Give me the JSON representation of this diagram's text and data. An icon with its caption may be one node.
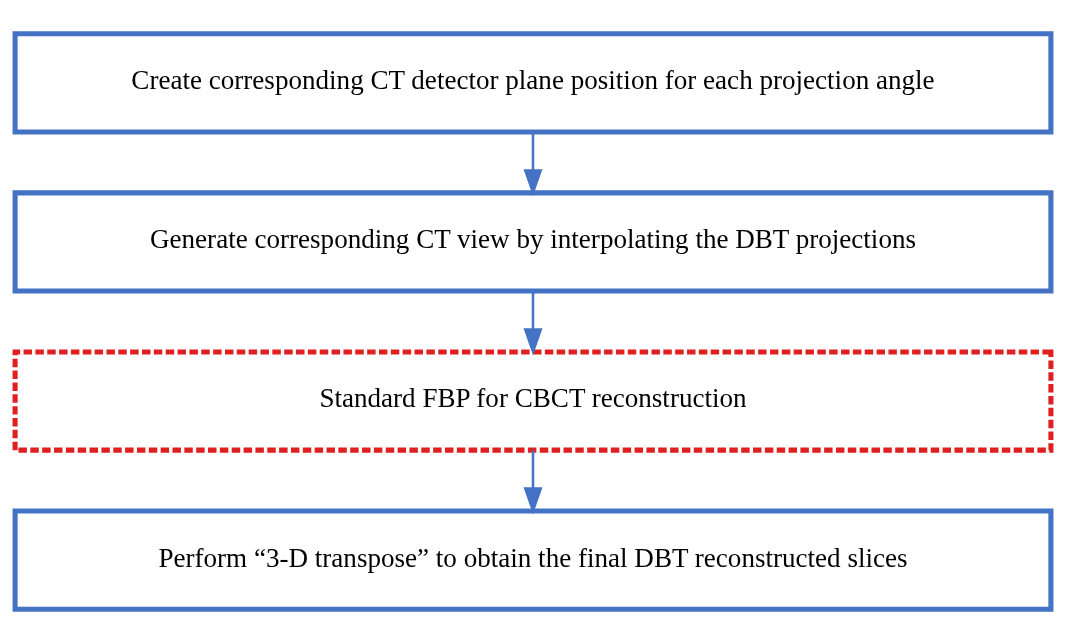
{
  "diagram": {
    "nodes": [
      {
        "text": [
          "Create corresponding CT detector plane position for each projection angle"
        ]
      },
      {
        "text": [
          "Generate corresponding CT view by interpolating the DBT projections"
        ]
      },
      {
        "text": [
          "Standard FBP for CBCT reconstruction"
        ]
      },
      {
        "text": [
          "Perform “3-D transpose” to obtain the final DBT reconstructed slices"
        ]
      }
    ],
    "edges": [
      {
        "from": 0,
        "to": 1,
        "arrow": "to"
      },
      {
        "from": 1,
        "to": 2,
        "arrow": "to"
      },
      {
        "from": 2,
        "to": 3,
        "arrow": "to"
      }
    ]
  }
}
